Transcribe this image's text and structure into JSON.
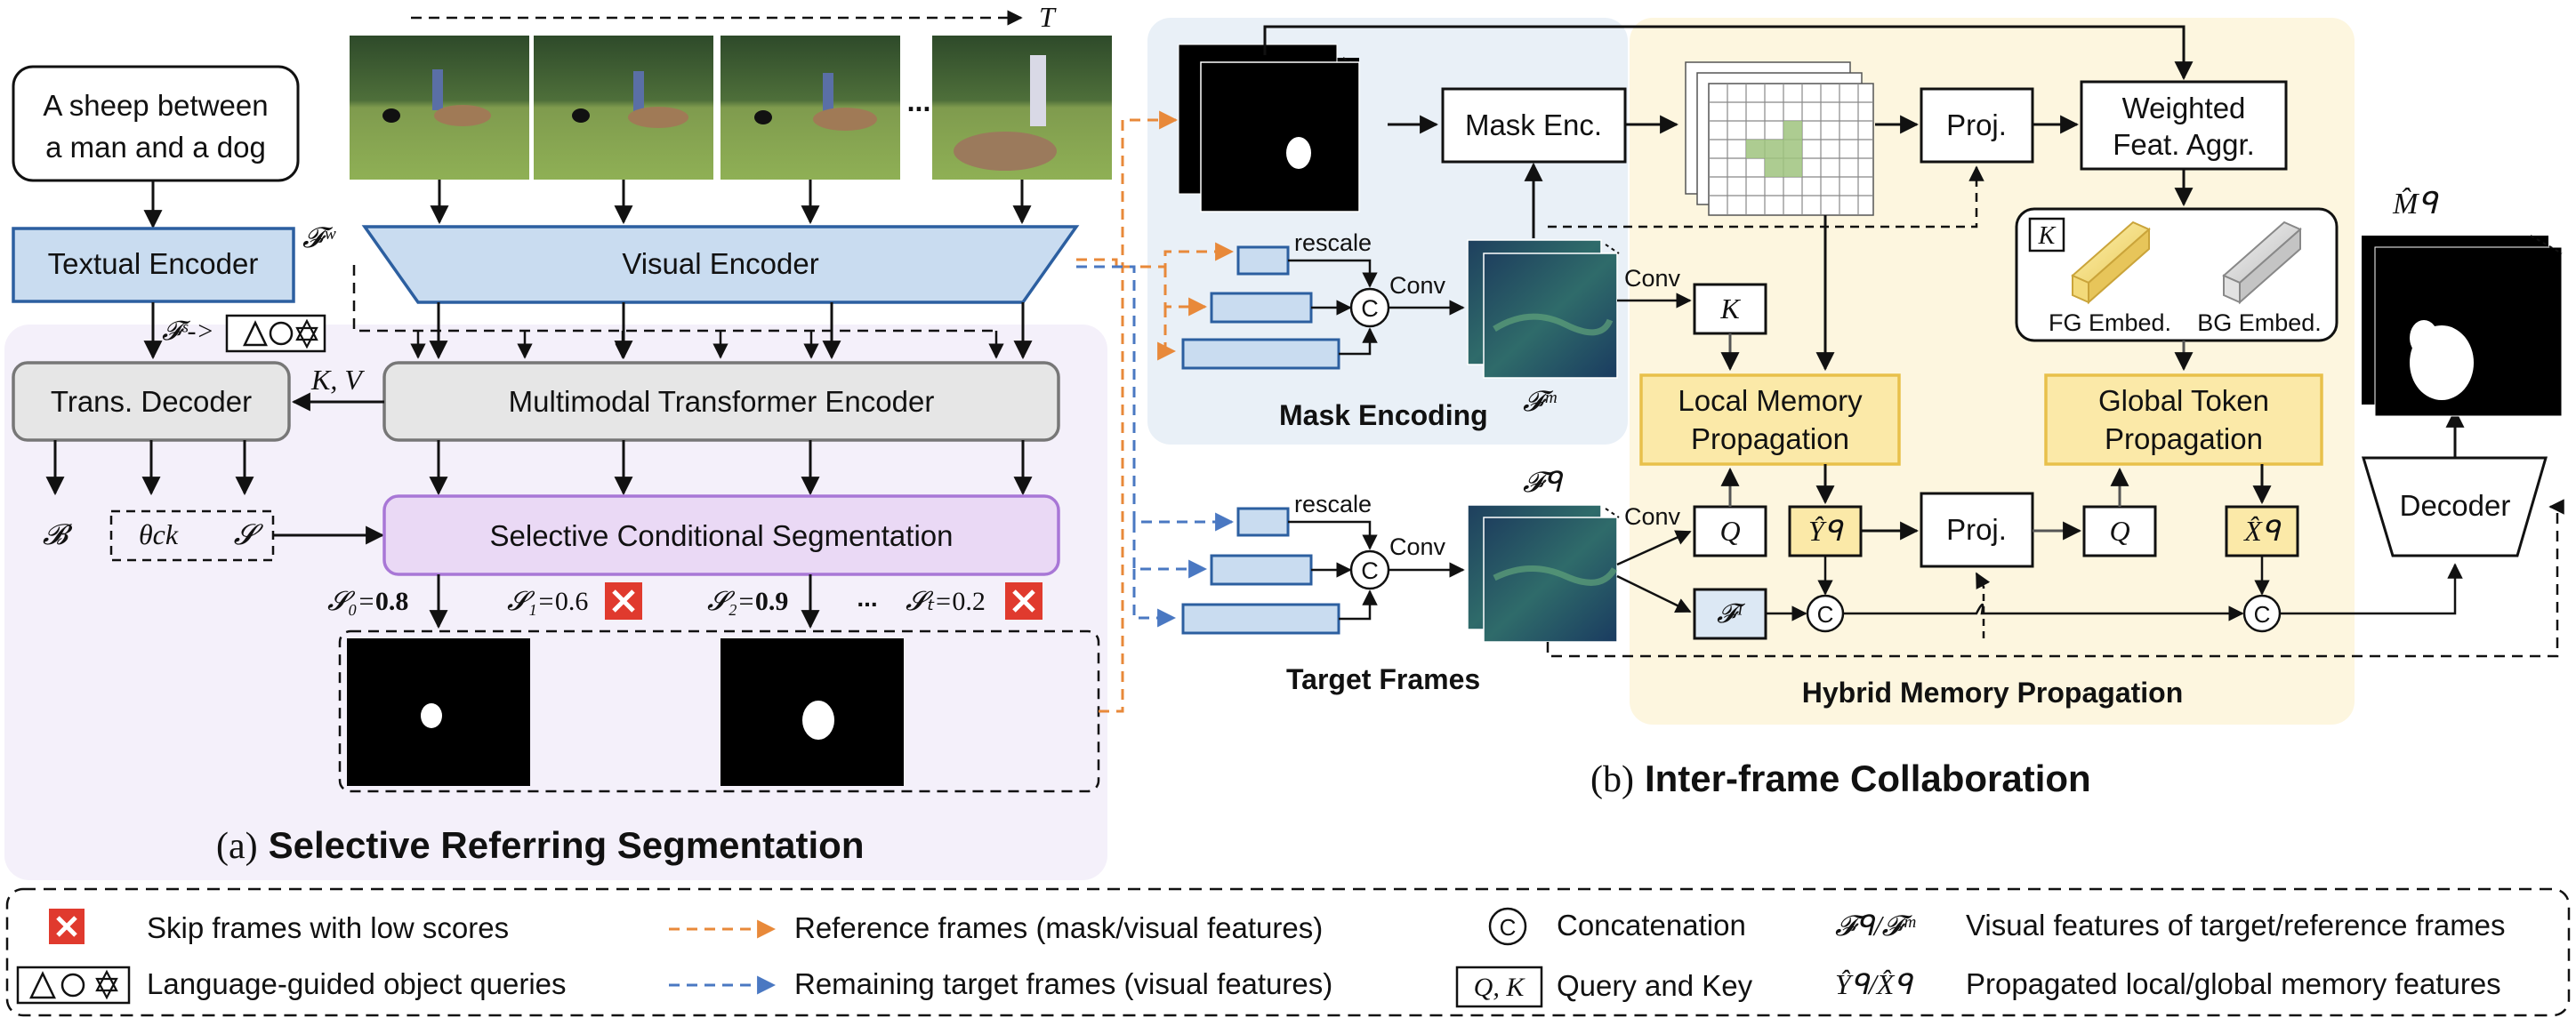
{
  "time_label": "T",
  "text_query": [
    "A sheep between",
    "a man and a dog"
  ],
  "frame_dots": "...",
  "textual_encoder": "Textual Encoder",
  "visual_encoder": "Visual Encoder",
  "f_w": "𝓕ʷ",
  "f_s": "𝓕ˢ->",
  "kv": "K, V",
  "trans_decoder": "Trans. Decoder",
  "multimodal_encoder": "Multimodal Transformer Encoder",
  "out_b": "𝓑",
  "out_theta": "θck",
  "out_s": "𝓢",
  "selective_seg": "Selective Conditional Segmentation",
  "scores": [
    {
      "label": "𝓢₀=",
      "value": "0.8",
      "bold": true,
      "skip": false
    },
    {
      "label": "𝓢₁=",
      "value": "0.6",
      "bold": false,
      "skip": true
    },
    {
      "label": "𝓢₂=",
      "value": "0.9",
      "bold": true,
      "skip": false
    },
    {
      "label": "𝓢ₜ=",
      "value": "0.2",
      "bold": false,
      "skip": true
    }
  ],
  "score_dots": "...",
  "panel_a_prefix": "(a)",
  "panel_a_title": "Selective Referring Segmentation",
  "panel_b_prefix": "(b)",
  "panel_b_title": "Inter-frame Collaboration",
  "mask_enc": "Mask Enc.",
  "rescale": "rescale",
  "conv": "Conv",
  "mask_encoding": "Mask Encoding",
  "f_m": "𝓕ᵐ",
  "f_q": "𝓕ᑫ",
  "target_frames": "Target Frames",
  "proj": "Proj.",
  "weighted": [
    "Weighted",
    "Feat. Aggr."
  ],
  "k_label": "K",
  "q_label": "Q",
  "fg_embed": "FG Embed.",
  "bg_embed": "BG Embed.",
  "local_memory": [
    "Local Memory",
    "Propagation"
  ],
  "global_token": [
    "Global Token",
    "Propagation"
  ],
  "y_hat": "Ŷᑫ",
  "x_hat": "X̂ᑫ",
  "f_l": "𝓕ᴵ",
  "concat_symbol": "C",
  "decoder": "Decoder",
  "m_hat": "M̂ᑫ",
  "hybrid_memory": "Hybrid Memory Propagation",
  "legend": {
    "skip": "Skip frames with low scores",
    "queries": "Language-guided object queries",
    "ref_frames": "Reference frames (mask/visual features)",
    "remaining": "Remaining target frames (visual features)",
    "concat": "Concatenation",
    "qk_symbol": "Q, K",
    "qk": "Query and Key",
    "fqfm_symbol": "𝓕ᑫ/𝓕ᵐ",
    "fqfm": "Visual features of target/reference frames",
    "yx_symbol": "Ŷᑫ/X̂ᑫ",
    "yx": "Propagated local/global memory features"
  },
  "colors": {
    "encoder_blue": "#c9dcf0",
    "encoder_stroke": "#2c5fa0",
    "gray_box": "#e6e6e6",
    "purple_box": "#ead9f5",
    "purple_stroke": "#a877d6",
    "panel_a_bg": "#f4f0fa",
    "mask_bg": "#e9f0f7",
    "yellow_bg": "#fdf6df",
    "yellow_box": "#fbe9a8",
    "yellow_stroke": "#e8c04a",
    "orange_arrow": "#e8893a",
    "blue_arrow": "#4a78c2",
    "skip_red": "#e03a2e"
  }
}
